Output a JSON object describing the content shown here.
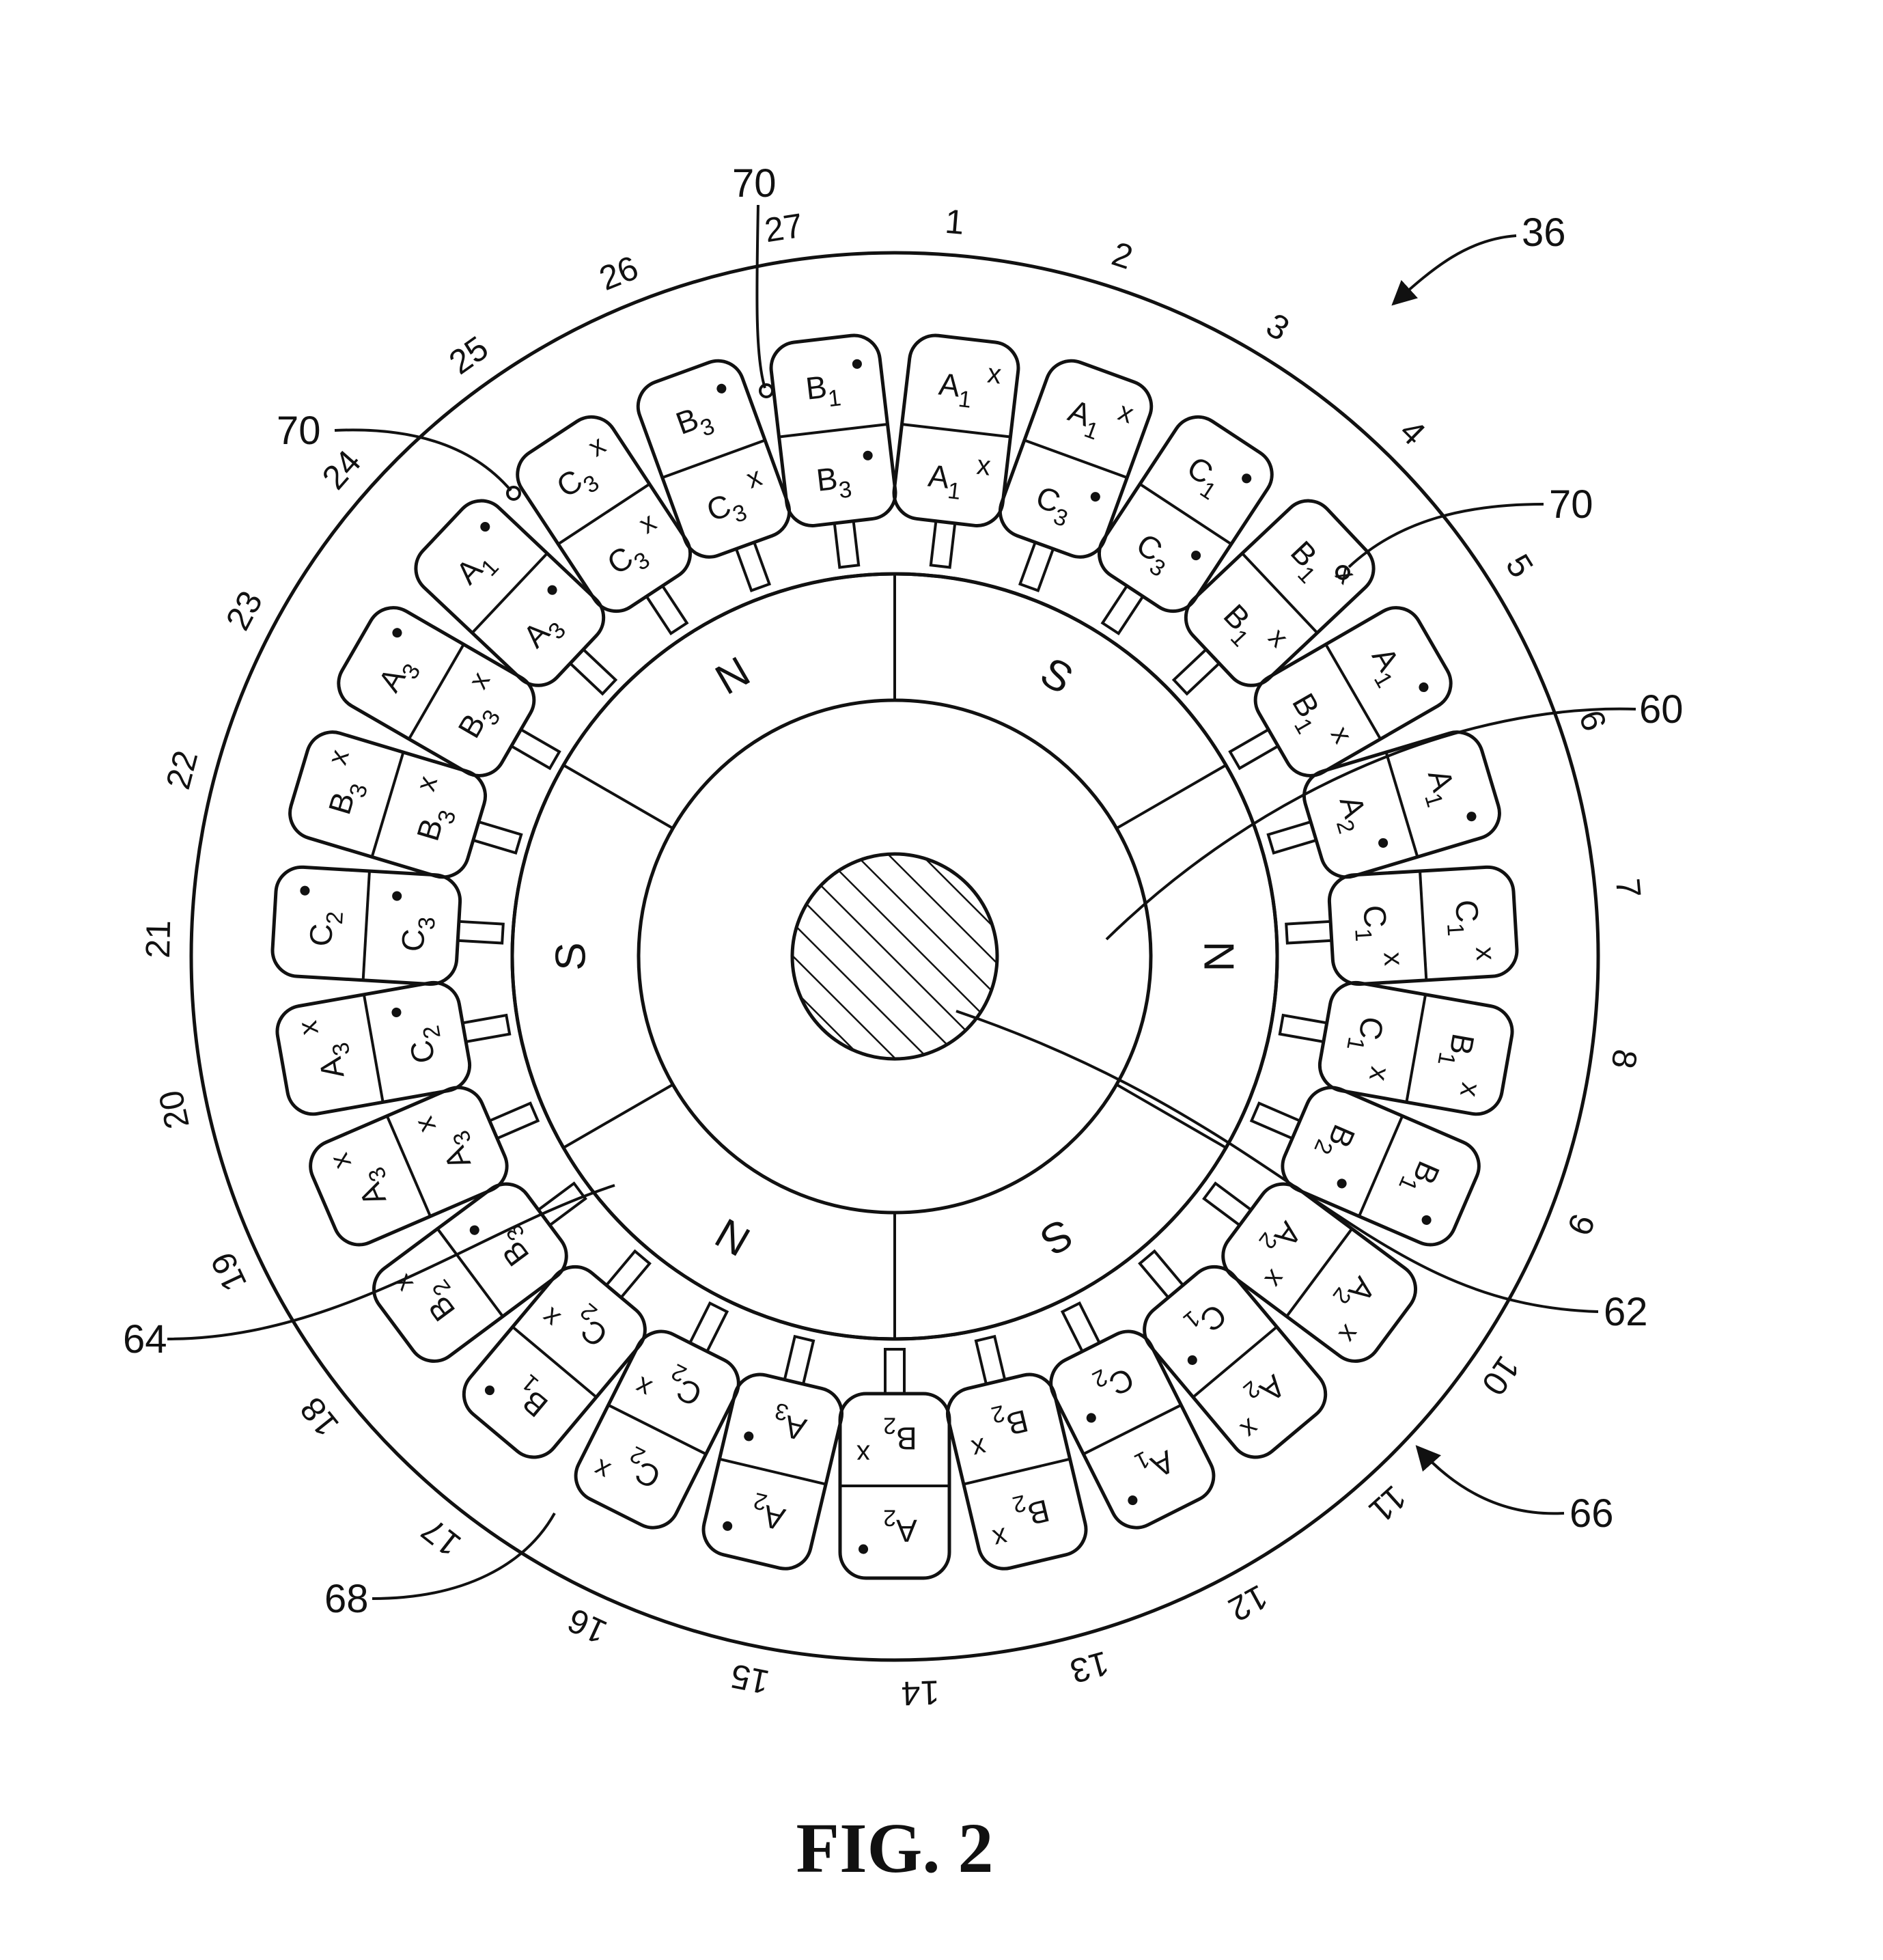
{
  "figure_id": "36",
  "caption": "FIG. 2",
  "slot_numbers": [
    "1",
    "2",
    "3",
    "4",
    "5",
    "6",
    "7",
    "8",
    "9",
    "10",
    "11",
    "12",
    "13",
    "14",
    "15",
    "16",
    "17",
    "18",
    "19",
    "20",
    "21",
    "22",
    "23",
    "24",
    "25",
    "26",
    "27"
  ],
  "slots": [
    {
      "outer": {
        "letter": "A",
        "sub": "1",
        "mark": "x"
      },
      "inner": {
        "letter": "A",
        "sub": "1",
        "mark": "x"
      }
    },
    {
      "outer": {
        "letter": "A",
        "sub": "1",
        "mark": "x"
      },
      "inner": {
        "letter": "C",
        "sub": "3",
        "mark": "•"
      }
    },
    {
      "outer": {
        "letter": "C",
        "sub": "1",
        "mark": "•"
      },
      "inner": {
        "letter": "C",
        "sub": "3",
        "mark": "•"
      }
    },
    {
      "outer": {
        "letter": "B",
        "sub": "1",
        "mark": "x"
      },
      "inner": {
        "letter": "B",
        "sub": "1",
        "mark": "x"
      }
    },
    {
      "outer": {
        "letter": "A",
        "sub": "1",
        "mark": "•"
      },
      "inner": {
        "letter": "B",
        "sub": "1",
        "mark": "x"
      }
    },
    {
      "outer": {
        "letter": "A",
        "sub": "1",
        "mark": "•"
      },
      "inner": {
        "letter": "A",
        "sub": "2",
        "mark": "•"
      }
    },
    {
      "outer": {
        "letter": "C",
        "sub": "1",
        "mark": "x"
      },
      "inner": {
        "letter": "C",
        "sub": "1",
        "mark": "x"
      }
    },
    {
      "outer": {
        "letter": "B",
        "sub": "1",
        "mark": "x"
      },
      "inner": {
        "letter": "C",
        "sub": "1",
        "mark": "x"
      }
    },
    {
      "outer": {
        "letter": "B",
        "sub": "1",
        "mark": "•"
      },
      "inner": {
        "letter": "B",
        "sub": "2",
        "mark": "•"
      }
    },
    {
      "outer": {
        "letter": "A",
        "sub": "2",
        "mark": "x"
      },
      "inner": {
        "letter": "A",
        "sub": "2",
        "mark": "x"
      }
    },
    {
      "outer": {
        "letter": "A",
        "sub": "2",
        "mark": "x"
      },
      "inner": {
        "letter": "C",
        "sub": "1",
        "mark": "•"
      }
    },
    {
      "outer": {
        "letter": "A",
        "sub": "1",
        "mark": "•"
      },
      "inner": {
        "letter": "C",
        "sub": "2",
        "mark": "•"
      }
    },
    {
      "outer": {
        "letter": "B",
        "sub": "2",
        "mark": "x"
      },
      "inner": {
        "letter": "B",
        "sub": "2",
        "mark": "x"
      }
    },
    {
      "outer": {
        "letter": "A",
        "sub": "2",
        "mark": "•"
      },
      "inner": {
        "letter": "B",
        "sub": "2",
        "mark": "x"
      }
    },
    {
      "outer": {
        "letter": "A",
        "sub": "2",
        "mark": "•"
      },
      "inner": {
        "letter": "A",
        "sub": "3",
        "mark": "•"
      }
    },
    {
      "outer": {
        "letter": "C",
        "sub": "2",
        "mark": "x"
      },
      "inner": {
        "letter": "C",
        "sub": "2",
        "mark": "x"
      }
    },
    {
      "outer": {
        "letter": "B",
        "sub": "1",
        "mark": "•"
      },
      "inner": {
        "letter": "C",
        "sub": "2",
        "mark": "x"
      }
    },
    {
      "outer": {
        "letter": "B",
        "sub": "2",
        "mark": "x"
      },
      "inner": {
        "letter": "B",
        "sub": "3",
        "mark": "•"
      }
    },
    {
      "outer": {
        "letter": "A",
        "sub": "3",
        "mark": "x"
      },
      "inner": {
        "letter": "A",
        "sub": "3",
        "mark": "x"
      }
    },
    {
      "outer": {
        "letter": "A",
        "sub": "3",
        "mark": "x"
      },
      "inner": {
        "letter": "C",
        "sub": "2",
        "mark": "•"
      }
    },
    {
      "outer": {
        "letter": "C",
        "sub": "2",
        "mark": "•"
      },
      "inner": {
        "letter": "C",
        "sub": "3",
        "mark": "•"
      }
    },
    {
      "outer": {
        "letter": "B",
        "sub": "3",
        "mark": "x"
      },
      "inner": {
        "letter": "B",
        "sub": "3",
        "mark": "x"
      }
    },
    {
      "outer": {
        "letter": "A",
        "sub": "3",
        "mark": "•"
      },
      "inner": {
        "letter": "B",
        "sub": "3",
        "mark": "x"
      }
    },
    {
      "outer": {
        "letter": "A",
        "sub": "1",
        "mark": "•"
      },
      "inner": {
        "letter": "A",
        "sub": "3",
        "mark": "•"
      }
    },
    {
      "outer": {
        "letter": "C",
        "sub": "3",
        "mark": "x"
      },
      "inner": {
        "letter": "C",
        "sub": "3",
        "mark": "x"
      }
    },
    {
      "outer": {
        "letter": "B",
        "sub": "3",
        "mark": "•"
      },
      "inner": {
        "letter": "C",
        "sub": "3",
        "mark": "x"
      }
    },
    {
      "outer": {
        "letter": "B",
        "sub": "1",
        "mark": "•"
      },
      "inner": {
        "letter": "B",
        "sub": "3",
        "mark": "•"
      }
    }
  ],
  "rotor_poles": [
    "S",
    "N",
    "S",
    "N",
    "S",
    "N"
  ],
  "callouts": {
    "ref_36": "36",
    "ref_60": "60",
    "ref_62": "62",
    "ref_64": "64",
    "ref_66": "66",
    "ref_68": "68",
    "ref_70_top": "70",
    "ref_70_left": "70",
    "ref_70_right": "70"
  }
}
